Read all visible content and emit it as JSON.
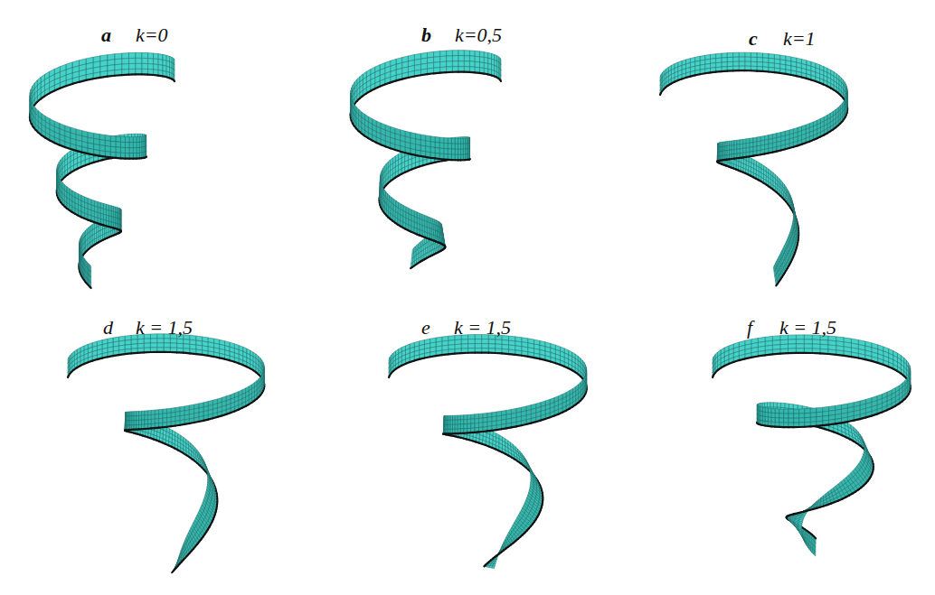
{
  "diagram": {
    "labels": [
      "a",
      "k=0",
      "b",
      "k=0,5",
      "c",
      "k=1",
      "d",
      "k = 1,5",
      "e",
      "k = 1,5",
      "f",
      "k = 1,5"
    ]
  }
}
